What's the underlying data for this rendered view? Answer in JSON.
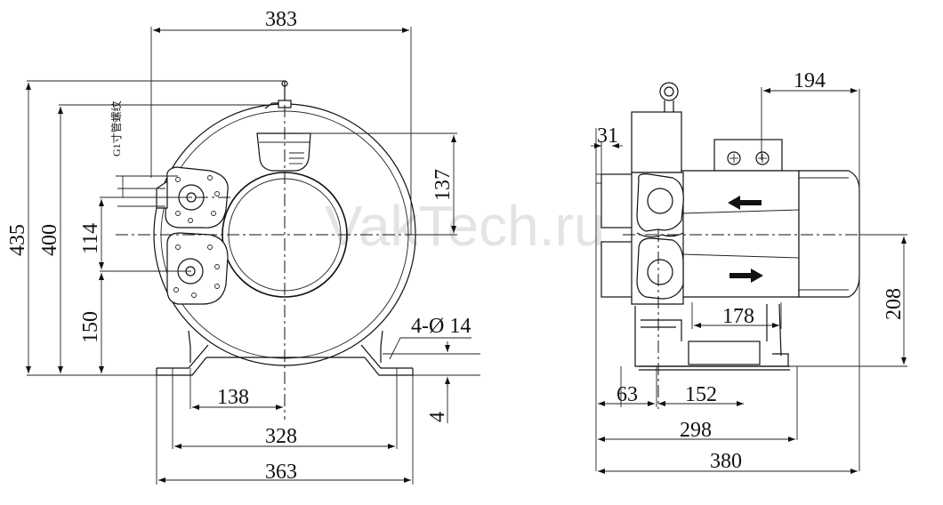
{
  "watermark": "VakTech.ru",
  "pipe_thread_label": "G1寸管螺纹",
  "hole_spec": "4-Ø 14",
  "front_view": {
    "dims": {
      "width_top": "383",
      "height_total": "435",
      "height_inlet": "400",
      "port_spacing": "114",
      "height_center": "150",
      "height_top_port": "137",
      "base_half": "138",
      "base_holes": "328",
      "base_width": "363",
      "foot_thickness": "4"
    }
  },
  "side_view": {
    "dims": {
      "flange_offset": "31",
      "lug_offset": "194",
      "motor_length": "178",
      "height_center": "208",
      "foot_offset": "63",
      "foot_holes": "152",
      "body_length": "298",
      "total_length": "380"
    }
  }
}
